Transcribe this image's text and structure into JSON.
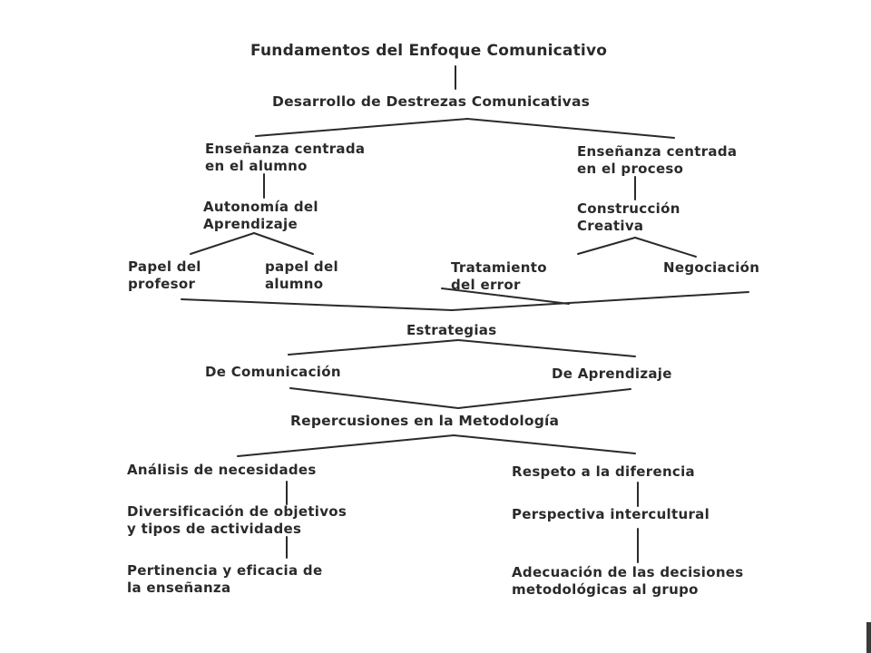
{
  "nodes": {
    "fundamentos": "Fundamentos del Enfoque Comunicativo",
    "desarrollo": "Desarrollo de Destrezas Comunicativas",
    "centrada_alumno": "Enseñanza centrada\nen el alumno",
    "centrada_proceso": "Enseñanza centrada\n        en el proceso",
    "autonomia": "Autonomía del\nAprendizaje",
    "construccion": "Construcción\nCreativa",
    "papel_profesor": "Papel del\nprofesor",
    "papel_alumno": "papel del\n alumno",
    "tratamiento": "Tratamiento\n del error",
    "negociacion": "Negociación",
    "estrategias": "Estrategias",
    "comunicacion": "De Comunicación",
    "aprendizaje": "De Aprendizaje",
    "repercusiones": "Repercusiones en la Metodología",
    "analisis": "Análisis de necesidades",
    "diversificacion": "Diversificación de objetivos\ny tipos de actividades",
    "pertinencia": "Pertinencia y eficacia de\nla enseñanza",
    "respeto": "Respeto a la diferencia",
    "perspectiva": "Perspectiva intercultural",
    "adecuacion": "Adecuación de las decisiones\nmetodológicas al grupo"
  },
  "colors": {
    "ink": "#2a2a2a",
    "background": "#ffffff"
  }
}
